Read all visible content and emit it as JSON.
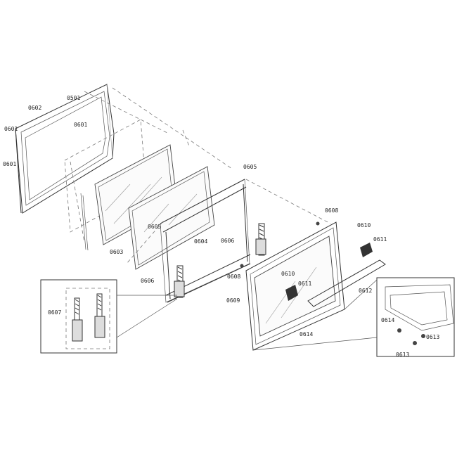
{
  "labels": {
    "l0501": "0501",
    "l0602": "0602",
    "l0601a": "0601",
    "l0601b": "0601",
    "l0601c": "0601",
    "l0605a": "0605",
    "l0605b": "0605",
    "l0603": "0603",
    "l0604": "0604",
    "l0606a": "0606",
    "l0606b": "0606",
    "l0607": "0607",
    "l0608a": "0608",
    "l0608b": "0608",
    "l0609": "0609",
    "l0610a": "0610",
    "l0610b": "0610",
    "l0611a": "0611",
    "l0611b": "0611",
    "l0612": "0612",
    "l0614a": "0614",
    "l0614b": "0614",
    "l0613a": "0613",
    "l0613b": "0613"
  }
}
